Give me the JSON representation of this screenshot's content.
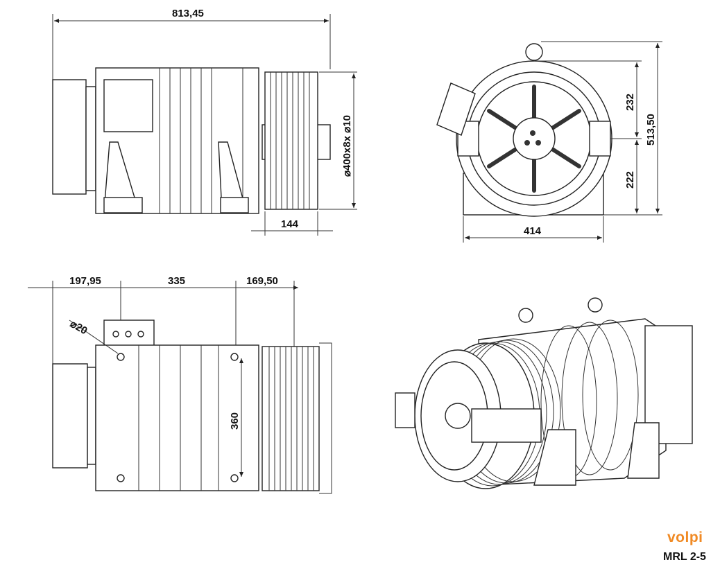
{
  "drawing": {
    "side_view": {
      "overall_length": "813,45",
      "sheave_spec": "⌀400x8x ⌀10",
      "sheave_width": "144"
    },
    "front_view": {
      "upper_height": "232",
      "total_height": "513,50",
      "lower_height": "222",
      "width": "414"
    },
    "top_view": {
      "offset_left": "197,95",
      "mount_spacing": "335",
      "offset_right": "169,50",
      "hole_diameter": "⌀20",
      "mount_width": "360"
    }
  },
  "brand": {
    "logo_text": "volpi",
    "model": "MRL 2-5",
    "accent_color": "#f08a24"
  }
}
